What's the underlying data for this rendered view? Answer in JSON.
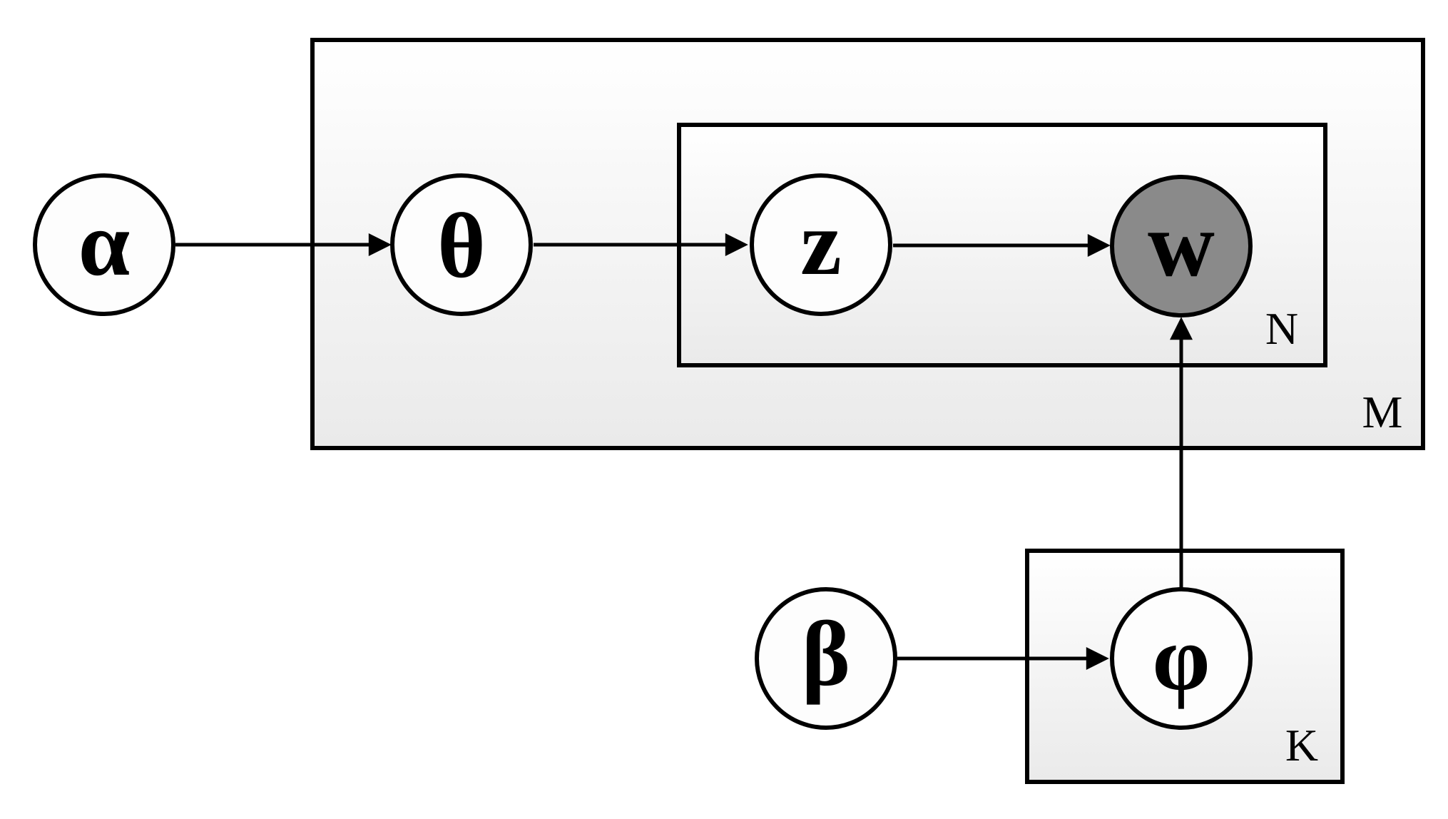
{
  "diagram": {
    "type": "plate-notation-graphical-model",
    "nodes": [
      {
        "id": "alpha",
        "label": "α",
        "observed": false
      },
      {
        "id": "theta",
        "label": "θ",
        "observed": false
      },
      {
        "id": "z",
        "label": "z",
        "observed": false
      },
      {
        "id": "w",
        "label": "w",
        "observed": true
      },
      {
        "id": "beta",
        "label": "β",
        "observed": false
      },
      {
        "id": "phi",
        "label": "φ",
        "observed": false
      }
    ],
    "plates": [
      {
        "id": "M",
        "label": "M"
      },
      {
        "id": "N",
        "label": "N"
      },
      {
        "id": "K",
        "label": "K"
      }
    ],
    "edges": [
      {
        "from": "alpha",
        "to": "theta"
      },
      {
        "from": "theta",
        "to": "z"
      },
      {
        "from": "z",
        "to": "w"
      },
      {
        "from": "beta",
        "to": "phi"
      },
      {
        "from": "phi",
        "to": "w"
      }
    ],
    "colors": {
      "stroke": "#000000",
      "edge": "#000000",
      "node_fill": "#fdfdfd",
      "observed_fill": "#8a8a8a",
      "plate_gradient_top": "#ffffff",
      "plate_gradient_bottom": "#eaeaea",
      "background": "#ffffff"
    }
  }
}
